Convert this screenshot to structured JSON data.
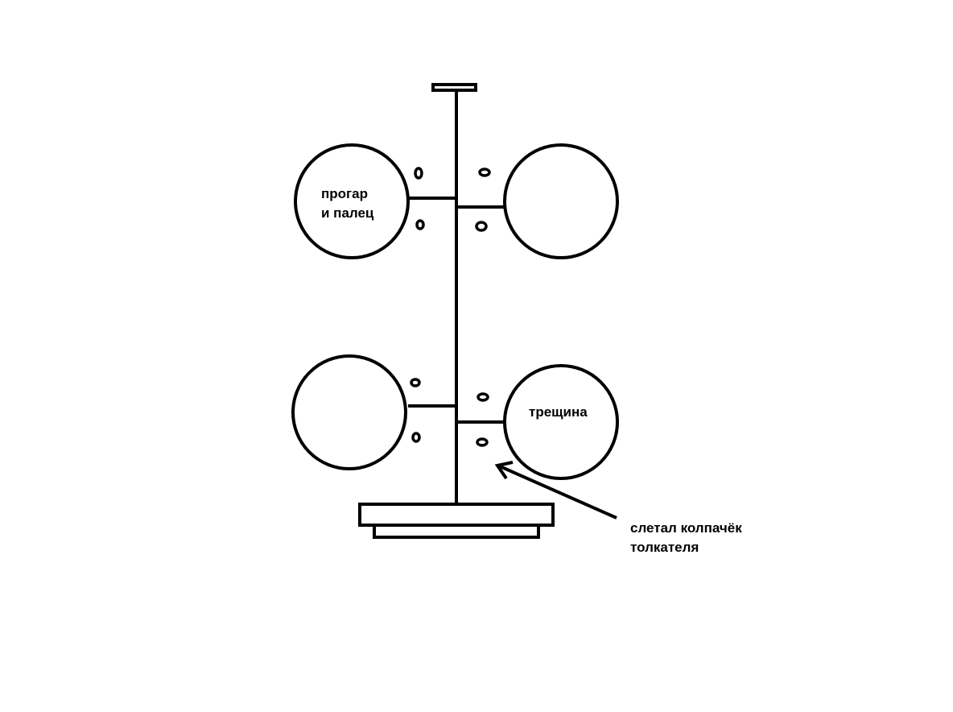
{
  "labels": {
    "burn": {
      "line1": "прогар",
      "line2": "и палец"
    },
    "crack": "трещина",
    "cap": {
      "line1": "слетал колпачёк",
      "line2": "толкателя"
    }
  },
  "colors": {
    "background": "#ffffff",
    "ink": "#000000"
  }
}
